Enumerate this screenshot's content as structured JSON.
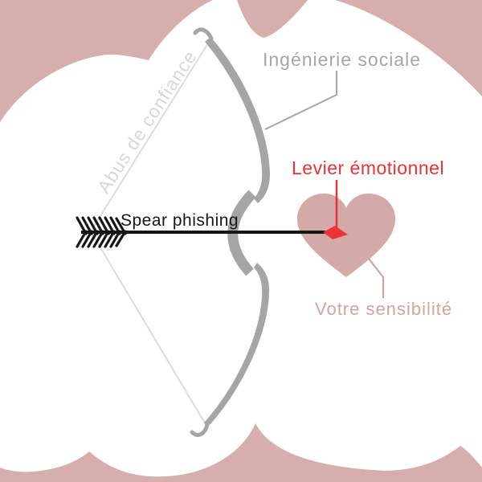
{
  "diagram": {
    "description": "Spear phishing metaphor: bow and arrow aimed at a heart",
    "labels": {
      "bowstring": "Abus de confiance",
      "bow": "Ingénierie sociale",
      "arrow": "Spear phishing",
      "lever": "Levier émotionnel",
      "heart": "Votre sensibilité"
    },
    "colors": {
      "background_pink": "#d6aeab",
      "heart_pink": "#d3aaa8",
      "bow_gray": "#a5a5a5",
      "string_gray": "#dcdcdc",
      "bowstring_text_gray": "#d8d8d8",
      "bow_text_gray": "#a6a6a6",
      "red": "#ec3237",
      "pink_text": "#d2a3a1",
      "pink_line": "#cfa09e",
      "black": "#161616"
    }
  }
}
